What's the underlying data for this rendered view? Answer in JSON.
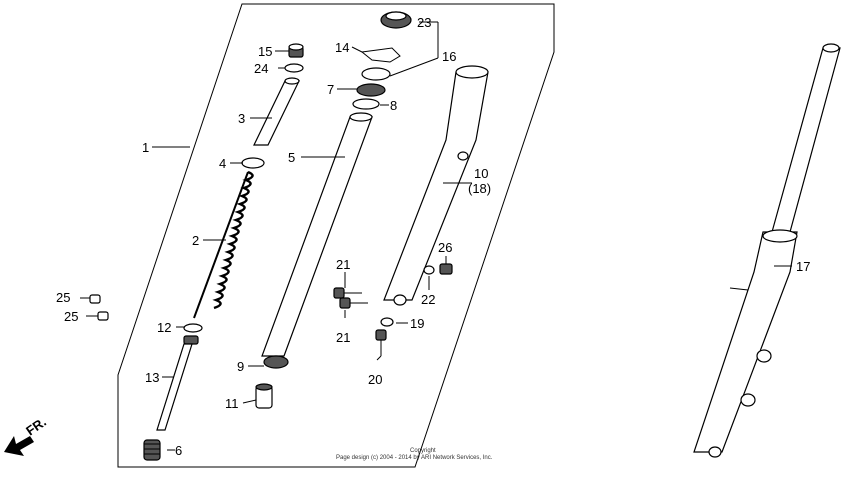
{
  "diagram": {
    "labels": {
      "l1": "1",
      "l2": "2",
      "l3": "3",
      "l4": "4",
      "l5": "5",
      "l6": "6",
      "l7": "7",
      "l8": "8",
      "l9": "9",
      "l10": "10",
      "l10b": "(18)",
      "l11": "11",
      "l12": "12",
      "l13": "13",
      "l14": "14",
      "l15": "15",
      "l16": "16",
      "l17": "17",
      "l19": "19",
      "l20": "20",
      "l21a": "21",
      "l21b": "21",
      "l22": "22",
      "l23": "23",
      "l24": "24",
      "l25a": "25",
      "l25b": "25",
      "l26": "26"
    },
    "direction_label": "FR.",
    "copyright_line1": "Copyright",
    "copyright_line2": "Page design (c) 2004 - 2014 by ARI Network Services, Inc."
  }
}
